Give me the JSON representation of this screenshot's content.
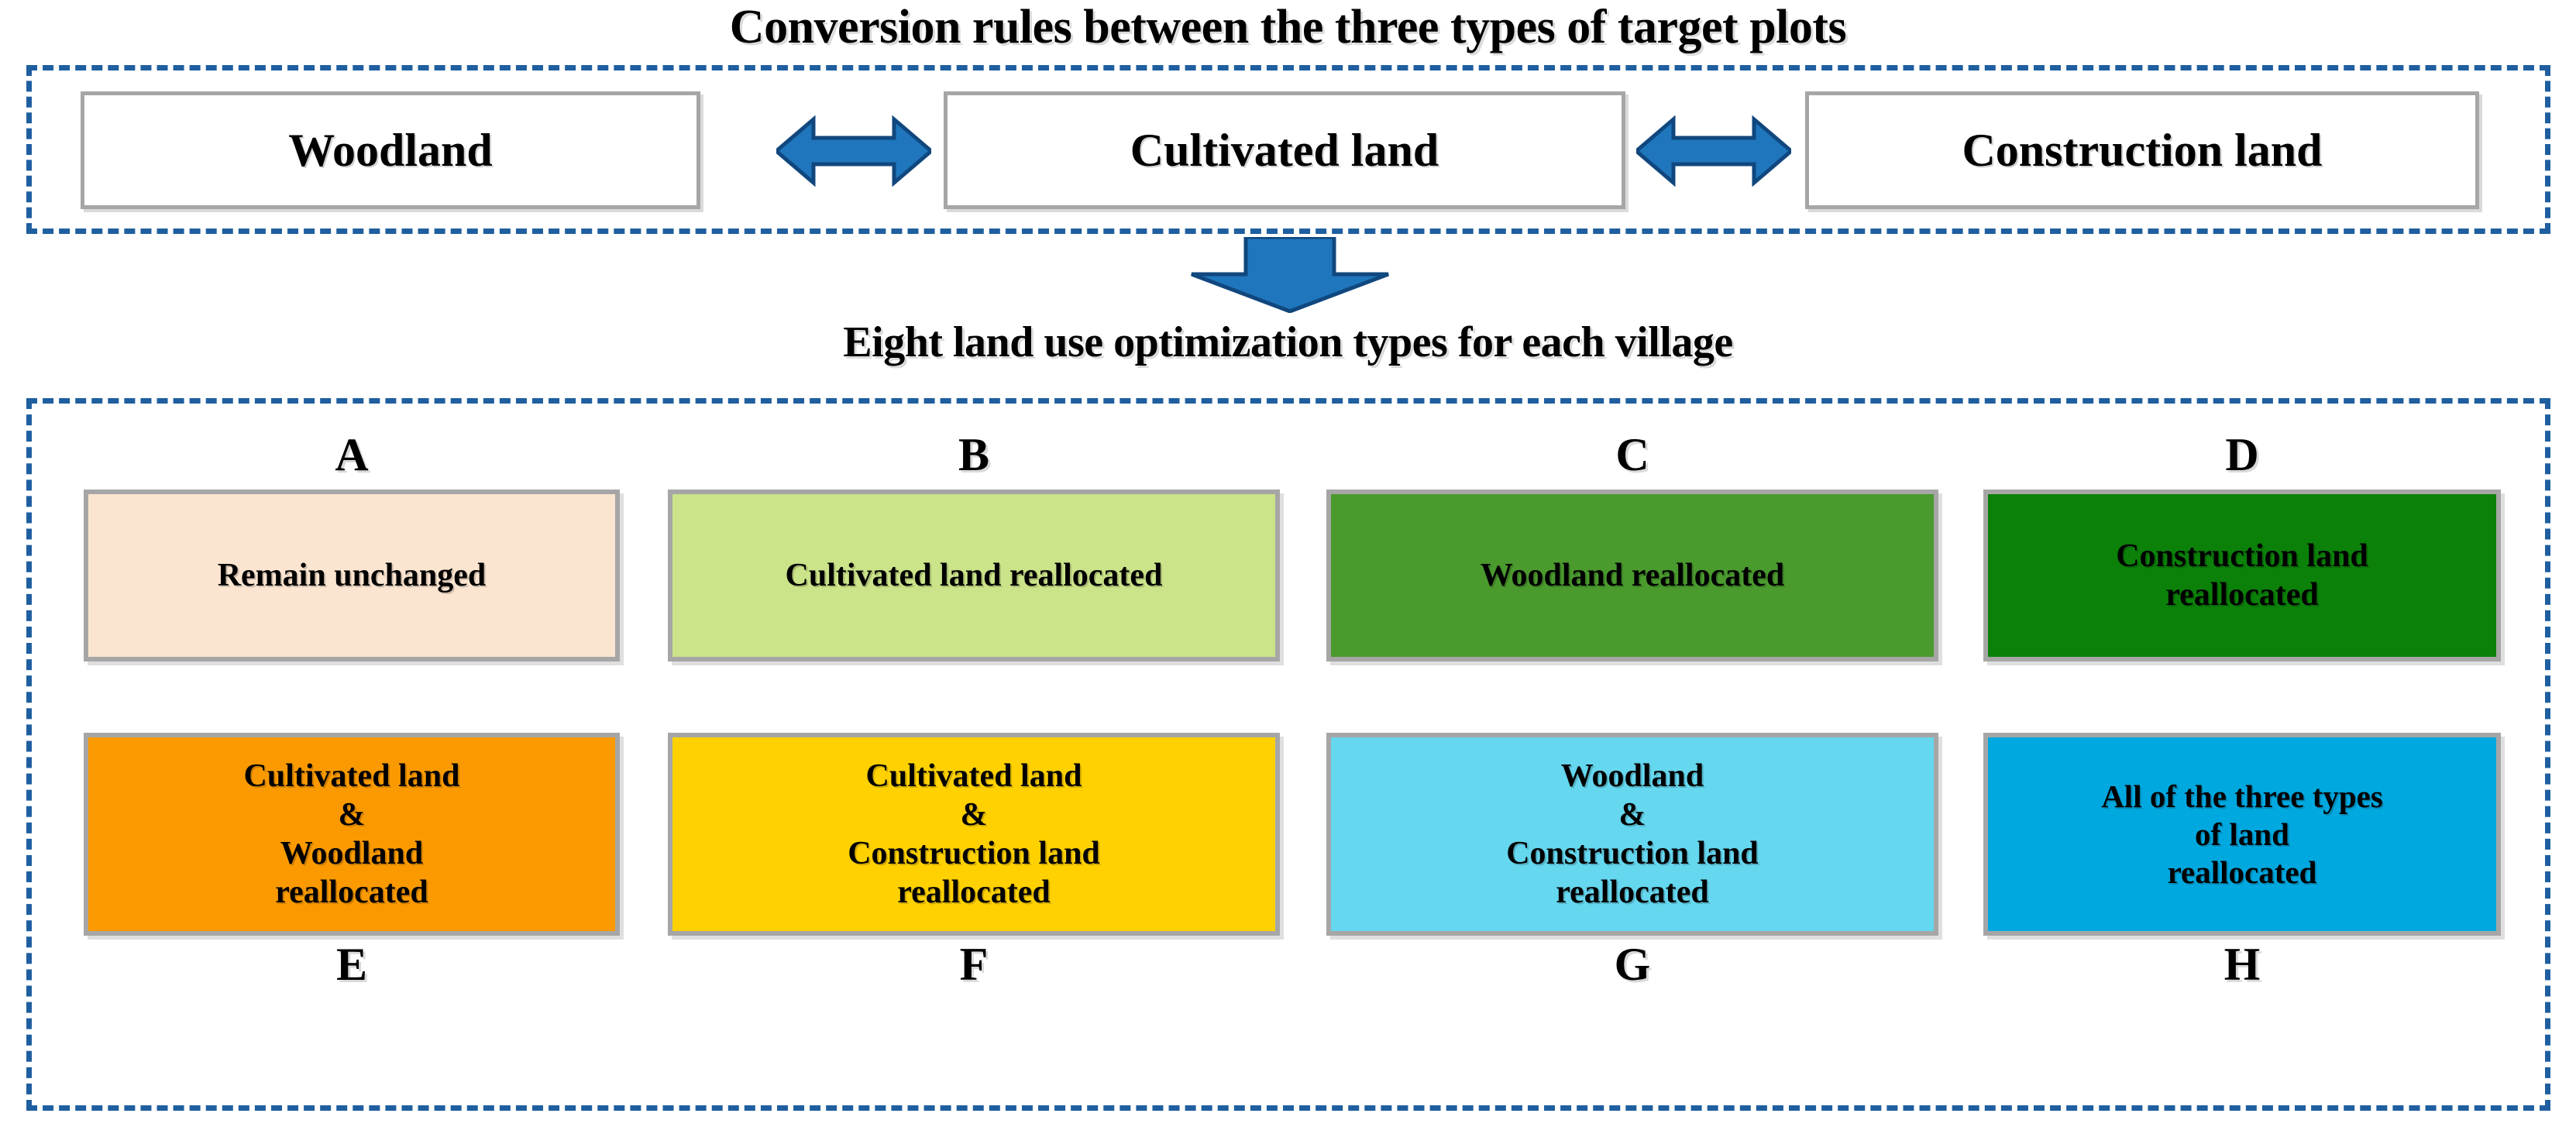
{
  "titles": {
    "main": "Conversion rules between the three types of target plots",
    "sub": "Eight land use optimization types for each village"
  },
  "colors": {
    "dashed_border": "#1F5FA0",
    "box_border": "#A6A6A6",
    "arrow_fill": "#1F76BC",
    "arrow_outline": "#10477E"
  },
  "conversion": {
    "plots": [
      {
        "key": "woodland",
        "label": "Woodland"
      },
      {
        "key": "cultivated",
        "label": "Cultivated land"
      },
      {
        "key": "construction",
        "label": "Construction land"
      }
    ],
    "arrows": [
      {
        "name": "woodland-cultivated",
        "type": "double-headed-horizontal"
      },
      {
        "name": "cultivated-construction",
        "type": "double-headed-horizontal"
      }
    ],
    "flow_arrow": {
      "name": "down-arrow",
      "type": "down"
    }
  },
  "optimization_types": {
    "row1": [
      {
        "letter": "A",
        "text": "Remain unchanged",
        "color": "#FBE5D0"
      },
      {
        "letter": "B",
        "text": "Cultivated land reallocated",
        "color": "#CBE389"
      },
      {
        "letter": "C",
        "text": "Woodland reallocated",
        "color": "#4A9A2E"
      },
      {
        "letter": "D",
        "text": "Construction land\nreallocated",
        "color": "#0B8109"
      }
    ],
    "row2": [
      {
        "letter": "E",
        "text": "Cultivated land\n&\nWoodland\nreallocated",
        "color": "#FB9A00"
      },
      {
        "letter": "F",
        "text": "Cultivated land\n&\nConstruction land\nreallocated",
        "color": "#FFD100"
      },
      {
        "letter": "G",
        "text": "Woodland\n&\nConstruction land\nreallocated",
        "color": "#65D7EF"
      },
      {
        "letter": "H",
        "text": "All of the three types\nof land\nreallocated",
        "color": "#00A8E0"
      }
    ]
  }
}
